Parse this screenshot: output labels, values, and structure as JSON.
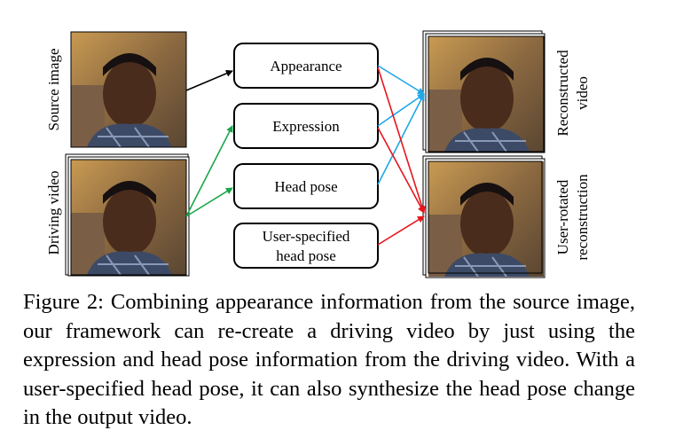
{
  "labels": {
    "source_image": "Source image",
    "driving_video": "Driving video",
    "reconstructed_line1": "Reconstructed",
    "reconstructed_line2": "video",
    "rotated_line1": "User-rotated",
    "rotated_line2": "reconstruction"
  },
  "boxes": {
    "appearance": "Appearance",
    "expression": "Expression",
    "head_pose": "Head pose",
    "user_pose_line1": "User-specified",
    "user_pose_line2": "head pose"
  },
  "colors": {
    "black_arrow": "#000000",
    "green_arrow": "#1aa64a",
    "blue_arrow": "#1ea7e8",
    "red_arrow": "#e8141c"
  },
  "caption": "Figure 2: Combining appearance information from the source image, our framework can re-create a driving video by just using the expression and head pose information from the driving video. With a user-specified head pose, it can also synthesize the head pose change in the output video."
}
